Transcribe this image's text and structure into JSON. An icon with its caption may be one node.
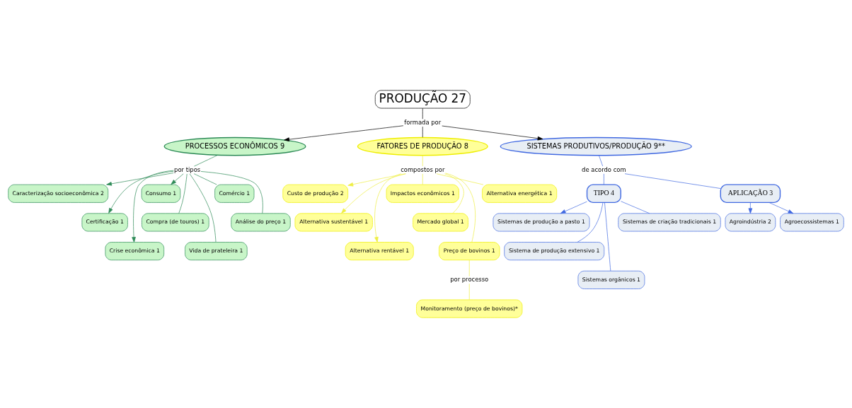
{
  "diagram": {
    "nodes": [
      {
        "text": [
          "PRODUÇÃO 27"
        ]
      },
      {
        "text": [
          "formada por"
        ]
      },
      {
        "text": [
          "PROCESSOS ECONÔMICOS 9"
        ]
      },
      {
        "text": [
          "FATORES DE PRODUÇÃO 8"
        ]
      },
      {
        "text": [
          "SISTEMAS PRODUTIVOS/PRODUÇÃO 9**"
        ]
      },
      {
        "text": [
          "por tipos"
        ]
      },
      {
        "text": [
          "Caracterização socioeconômica 2"
        ]
      },
      {
        "text": [
          "Certificação 1"
        ]
      },
      {
        "text": [
          "Crise econômica 1"
        ]
      },
      {
        "text": [
          "Consumo 1"
        ]
      },
      {
        "text": [
          "Compra (de touros) 1"
        ]
      },
      {
        "text": [
          "Vida de prateleira 1"
        ]
      },
      {
        "text": [
          "Comércio 1"
        ]
      },
      {
        "text": [
          "Análise do preço 1"
        ]
      },
      {
        "text": [
          "compostos por"
        ]
      },
      {
        "text": [
          "Custo de produção 2"
        ]
      },
      {
        "text": [
          "Alternativa sustentável 1"
        ]
      },
      {
        "text": [
          "Alternativa rentável 1"
        ]
      },
      {
        "text": [
          "Impactos econômicos 1"
        ]
      },
      {
        "text": [
          "Mercado global 1"
        ]
      },
      {
        "text": [
          "Preço de bovinos 1"
        ]
      },
      {
        "text": [
          "Alternativa energética 1"
        ]
      },
      {
        "text": [
          "por processo"
        ]
      },
      {
        "text": [
          "Monitoramento (preço de bovinos)*"
        ]
      },
      {
        "text": [
          "de acordo com"
        ]
      },
      {
        "text": [
          "TIPO 4"
        ]
      },
      {
        "text": [
          "APLICAÇÃO 3"
        ]
      },
      {
        "text": [
          "Agroindústria 2"
        ]
      },
      {
        "text": [
          "Agroecossistemas 1"
        ]
      },
      {
        "text": [
          "Sistemas de produção a pasto 1"
        ]
      },
      {
        "text": [
          "Sistema de produção extensivo 1"
        ]
      },
      {
        "text": [
          "Sistemas orgânicos 1"
        ]
      },
      {
        "text": [
          "Sistemas de criação tradicionais 1"
        ]
      }
    ],
    "edges": [
      {
        "from": 0,
        "to": 1,
        "arrow": "none",
        "color": "#000000"
      },
      {
        "from": 1,
        "to": 2,
        "arrow": "to",
        "color": "#000000"
      },
      {
        "from": 1,
        "to": 3,
        "arrow": "none",
        "color": "#000000"
      },
      {
        "from": 1,
        "to": 4,
        "arrow": "to",
        "color": "#000000"
      },
      {
        "from": 2,
        "to": 5,
        "arrow": "none",
        "color": "#2e8b57"
      },
      {
        "from": 5,
        "to": 6,
        "arrow": "to",
        "color": "#2e8b57"
      },
      {
        "from": 5,
        "to": 7,
        "arrow": "to",
        "color": "#2e8b57"
      },
      {
        "from": 5,
        "to": 8,
        "arrow": "to",
        "color": "#2e8b57"
      },
      {
        "from": 5,
        "to": 9,
        "arrow": "to",
        "color": "#2e8b57"
      },
      {
        "from": 5,
        "to": 10,
        "arrow": "none",
        "color": "#2e8b57"
      },
      {
        "from": 5,
        "to": 11,
        "arrow": "none",
        "color": "#2e8b57"
      },
      {
        "from": 5,
        "to": 12,
        "arrow": "none",
        "color": "#2e8b57"
      },
      {
        "from": 5,
        "to": 13,
        "arrow": "none",
        "color": "#2e8b57"
      },
      {
        "from": 3,
        "to": 14,
        "arrow": "none",
        "color": "#eeee44"
      },
      {
        "from": 14,
        "to": 15,
        "arrow": "to",
        "color": "#eeee44"
      },
      {
        "from": 14,
        "to": 16,
        "arrow": "to",
        "color": "#eeee44"
      },
      {
        "from": 14,
        "to": 17,
        "arrow": "to",
        "color": "#eeee44"
      },
      {
        "from": 14,
        "to": 18,
        "arrow": "none",
        "color": "#eeee44"
      },
      {
        "from": 14,
        "to": 19,
        "arrow": "none",
        "color": "#eeee44"
      },
      {
        "from": 14,
        "to": 20,
        "arrow": "none",
        "color": "#eeee44"
      },
      {
        "from": 14,
        "to": 21,
        "arrow": "none",
        "color": "#eeee44"
      },
      {
        "from": 20,
        "to": 22,
        "arrow": "none",
        "color": "#eeee44"
      },
      {
        "from": 22,
        "to": 23,
        "arrow": "none",
        "color": "#eeee44"
      },
      {
        "from": 4,
        "to": 24,
        "arrow": "none",
        "color": "#4169e1"
      },
      {
        "from": 24,
        "to": 25,
        "arrow": "none",
        "color": "#4169e1"
      },
      {
        "from": 24,
        "to": 26,
        "arrow": "none",
        "color": "#4169e1"
      },
      {
        "from": 26,
        "to": 27,
        "arrow": "to",
        "color": "#4169e1"
      },
      {
        "from": 26,
        "to": 28,
        "arrow": "to",
        "color": "#4169e1"
      },
      {
        "from": 25,
        "to": 29,
        "arrow": "to",
        "color": "#4169e1"
      },
      {
        "from": 25,
        "to": 30,
        "arrow": "none",
        "color": "#4169e1"
      },
      {
        "from": 25,
        "to": 31,
        "arrow": "none",
        "color": "#4169e1"
      },
      {
        "from": 25,
        "to": 32,
        "arrow": "none",
        "color": "#4169e1"
      }
    ]
  }
}
